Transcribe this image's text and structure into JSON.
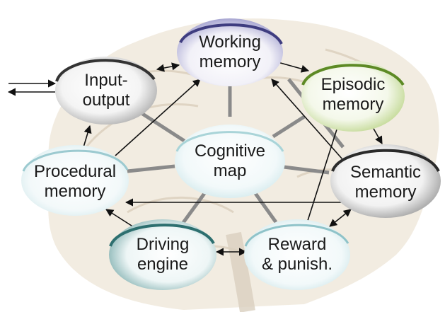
{
  "nodes": {
    "working": {
      "label": "Working\nmemory"
    },
    "input": {
      "label": "Input-\noutput"
    },
    "episodic": {
      "label": "Episodic\nmemory"
    },
    "procedural": {
      "label": "Procedural\nmemory"
    },
    "cognitive": {
      "label": "Cognitive\nmap"
    },
    "semantic": {
      "label": "Semantic\nmemory"
    },
    "driving": {
      "label": "Driving\nengine"
    },
    "reward": {
      "label": "Reward\n& punish."
    }
  },
  "colors": {
    "working_rim": "#5c5a9c",
    "input_rim": "#555555",
    "episodic_rim": "#7fa33b",
    "procedural_rim": "#9ccad0",
    "cognitive_rim": "#a9d4d8",
    "semantic_rim": "#444444",
    "driving_rim": "#2d6f6f",
    "reward_rim": "#8fc3c9",
    "brain_fill": "#efe7da",
    "connector": "#8a8a8a"
  }
}
